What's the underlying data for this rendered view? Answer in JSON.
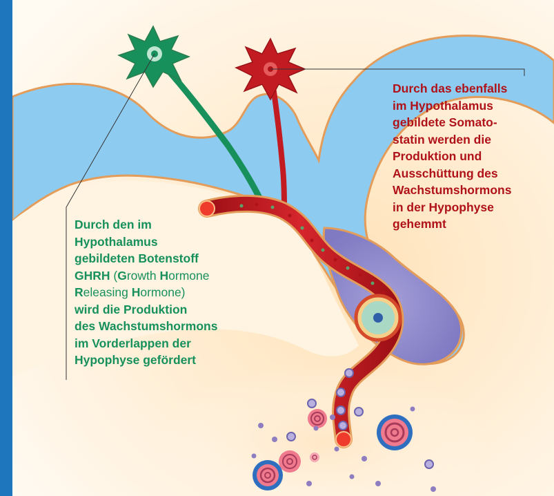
{
  "colors": {
    "side_bar": "#1e77bc",
    "cream": "#ffe8c4",
    "blue_region": "#8ecbf0",
    "blue_outline": "#e09a58",
    "neuron_green": "#17905c",
    "neuron_red": "#c21b22",
    "vessel_red": "#c21b22",
    "pituitary": "#8c86c8",
    "hormone_spiral": "#e55a78",
    "hormone_dot": "#8e7dc0",
    "text_red": "#b01219",
    "text_green": "#17905c"
  },
  "labels": {
    "somatostatin": [
      "Durch das ebenfalls",
      "im Hypothalamus",
      "gebildete Somato-",
      "statin werden die",
      "Produktion und",
      "Ausschüttung des",
      "Wachstumshormons",
      "in der Hypophyse",
      "gehemmt"
    ],
    "ghrh": {
      "line1": "Durch den im",
      "line2": "Hypothalamus",
      "line3": "gebildeten Botenstoff",
      "line4_abbr": "GHRH",
      "line4_open": " (",
      "line4_G": "G",
      "line4_rowth": "rowth ",
      "line4_H": "H",
      "line4_ormone": "ormone",
      "line5_R": "R",
      "line5_eleasing": "eleasing ",
      "line5_H": "H",
      "line5_ormone": "ormone)",
      "line6": "wird die Produktion",
      "line7": "des Wachstumshormons",
      "line8": "im Vorderlappen der",
      "line9": "Hypophyse gefördert"
    }
  },
  "icons": [
    "ghrh-neuron-icon",
    "somatostatin-neuron-icon",
    "hormone-spiral-icon",
    "hormone-dot-icon",
    "pituitary-cell-icon"
  ]
}
